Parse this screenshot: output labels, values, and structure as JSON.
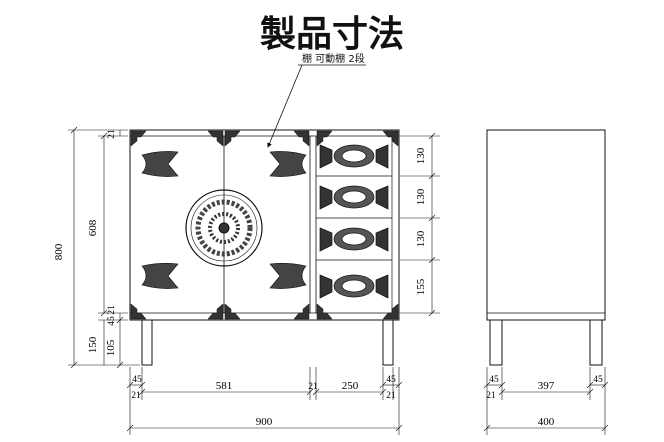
{
  "title": "製品寸法",
  "callout": "棚 可動棚 2段",
  "colors": {
    "line": "#111111",
    "ornament": "#333333"
  },
  "front_view": {
    "height_labels": {
      "total": "800",
      "body": "608",
      "top_rail": "21",
      "bottom_rail_a": "45",
      "bottom_rail_b": "21",
      "leg_zone": "105",
      "leg_total": "150"
    },
    "drawer_labels": [
      "130",
      "130",
      "130",
      "155"
    ],
    "width_labels": {
      "left_stile": "45",
      "door_width": "581",
      "center_stile": "21",
      "drawer_width": "250",
      "right_stile": "45",
      "right_bottom": "21",
      "left_bottom": "21",
      "total": "900"
    }
  },
  "side_view": {
    "width_labels": {
      "left": "45",
      "middle": "397",
      "right": "45",
      "small": "21",
      "total": "400"
    }
  },
  "icons": [
    "corner-bracket-icon",
    "butterfly-hinge-icon",
    "round-medallion-icon",
    "drawer-pull-icon"
  ]
}
